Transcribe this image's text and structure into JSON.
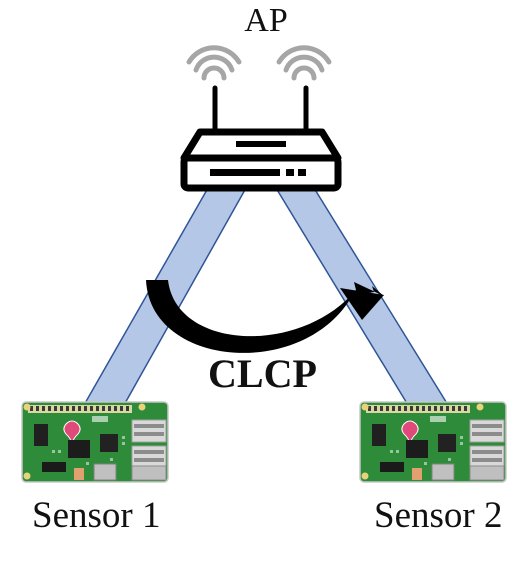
{
  "diagram": {
    "ap_label": "AP",
    "protocol_label": "CLCP",
    "sensor1_label": "Sensor 1",
    "sensor2_label": "Sensor 2"
  },
  "colors": {
    "link_fill": "#b4c7e7",
    "link_stroke": "#2f5597",
    "router": "#000000",
    "board_green": "#2e8b3a",
    "wifi_gray": "#a6a6a6"
  },
  "icons": [
    "router-icon",
    "wifi-icon",
    "raspberry-pi-board-icon",
    "curved-arrow-icon"
  ]
}
